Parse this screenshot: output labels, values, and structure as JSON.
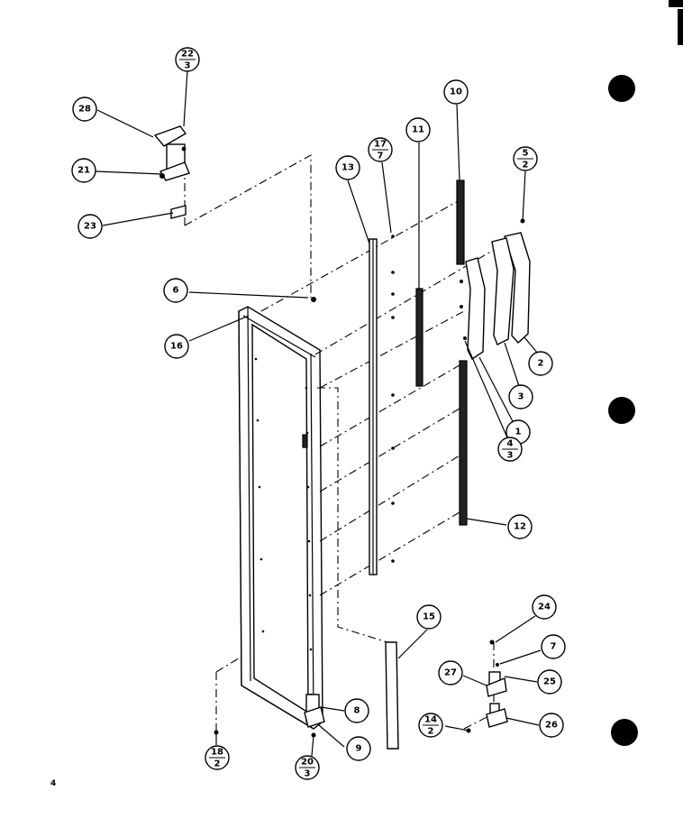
{
  "page_number": "4",
  "callouts": {
    "c28": "28",
    "c22_top": "22",
    "c22_bot": "3",
    "c21": "21",
    "c23": "23",
    "c6": "6",
    "c16": "16",
    "c13": "13",
    "c17_top": "17",
    "c17_bot": "7",
    "c11": "11",
    "c10": "10",
    "c5_top": "5",
    "c5_bot": "2",
    "c2": "2",
    "c3": "3",
    "c1": "1",
    "c4_top": "4",
    "c4_bot": "3",
    "c12": "12",
    "c15": "15",
    "c24": "24",
    "c7": "7",
    "c27": "27",
    "c25": "25",
    "c14_top": "14",
    "c14_bot": "2",
    "c26": "26",
    "c8": "8",
    "c9": "9",
    "c18_top": "18",
    "c18_bot": "2",
    "c20_top": "20",
    "c20_bot": "3"
  }
}
